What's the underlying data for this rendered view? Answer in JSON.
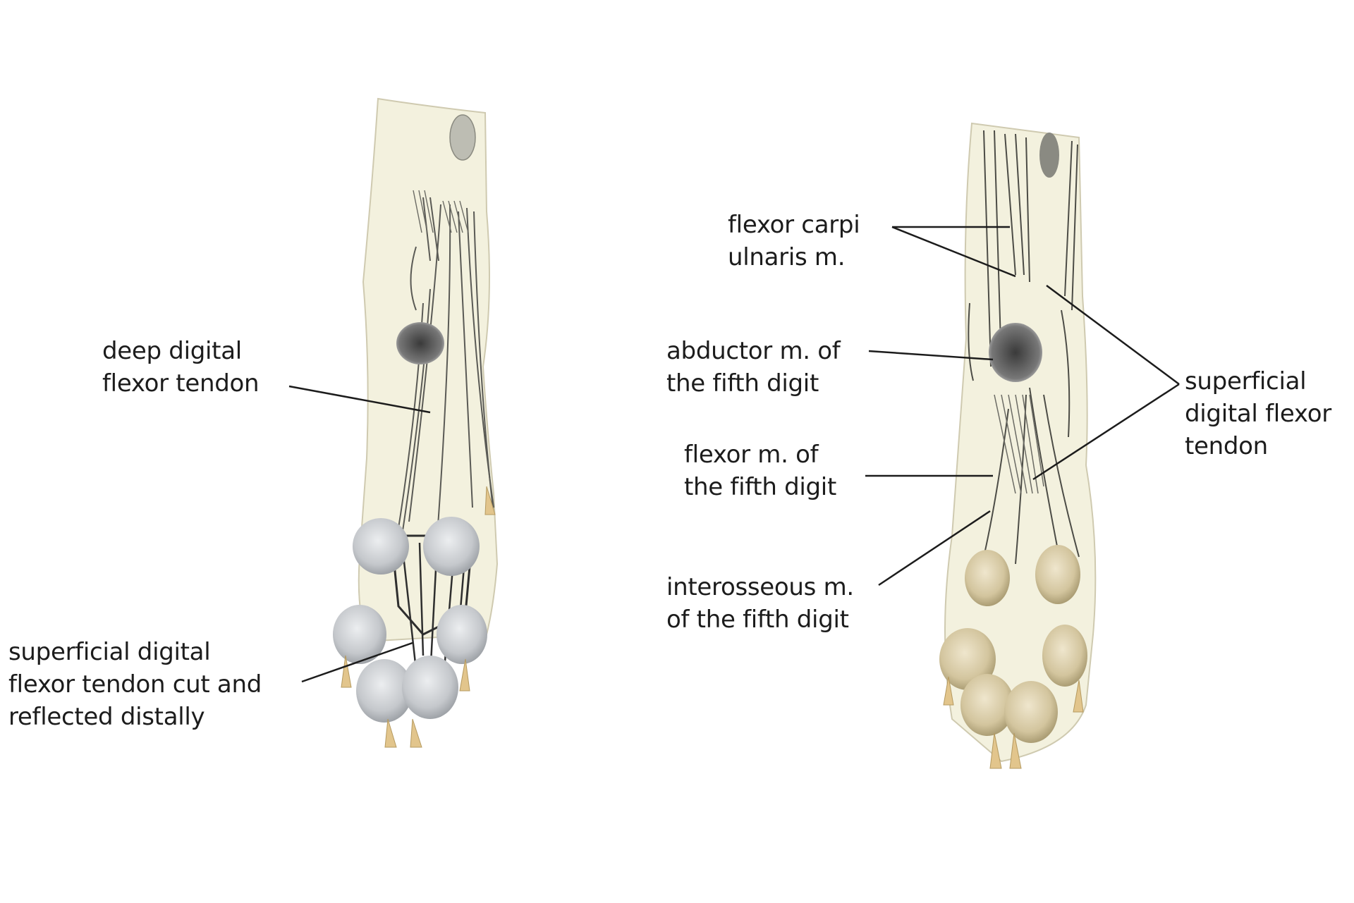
{
  "left_panel": {
    "labels": {
      "deep_digital_flexor": {
        "line1": "deep digital",
        "line2": "flexor tendon"
      },
      "superficial_cut": {
        "line1": "superficial digital",
        "line2": "flexor tendon cut and",
        "line3": "reflected distally"
      }
    }
  },
  "right_panel": {
    "labels": {
      "flexor_carpi_ulnaris": {
        "line1": "flexor carpi",
        "line2": "ulnaris m."
      },
      "abductor_fifth": {
        "line1": "abductor m. of",
        "line2": "the fifth digit"
      },
      "flexor_fifth": {
        "line1": "flexor m. of",
        "line2": "the fifth digit"
      },
      "interosseous_fifth": {
        "line1": "interosseous m.",
        "line2": "of the fifth digit"
      },
      "superficial_flexor": {
        "line1": "superficial",
        "line2": "digital flexor",
        "line3": "tendon"
      }
    }
  },
  "colors": {
    "limb_fill": "#f3f1de",
    "left_pad": "#c9ccd0",
    "right_pad": "#d6c8a3",
    "claw": "#e2c58c",
    "leader_line": "#1c1c1c"
  }
}
